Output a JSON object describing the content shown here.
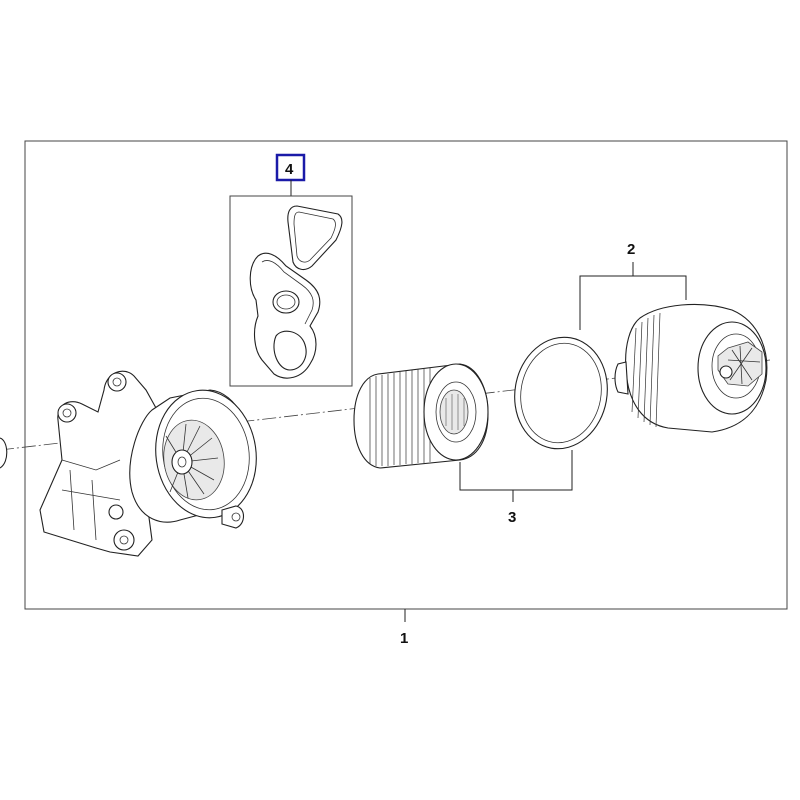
{
  "diagram": {
    "callouts": [
      {
        "id": "1",
        "text": "1",
        "highlighted": false
      },
      {
        "id": "2",
        "text": "2",
        "highlighted": false
      },
      {
        "id": "3",
        "text": "3",
        "highlighted": false
      },
      {
        "id": "4",
        "text": "4",
        "highlighted": true
      }
    ],
    "highlight_color": "#1a1aa8",
    "line_color": "#222222"
  }
}
